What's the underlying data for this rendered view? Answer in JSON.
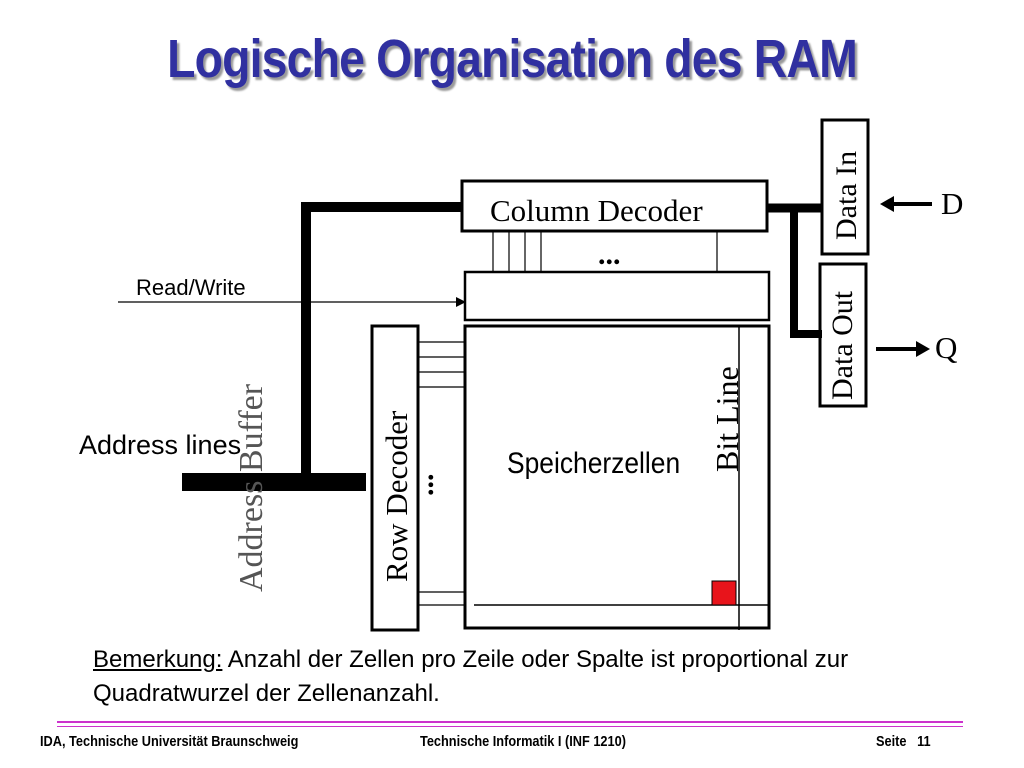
{
  "title": "Logische Organisation des RAM",
  "diagram": {
    "column_decoder": "Column Decoder",
    "data_in": "Data In",
    "data_out": "Data Out",
    "d_label": "D",
    "q_label": "Q",
    "read_write": "Read/Write",
    "address_buffer": "Address Buffer",
    "address_lines": "Address lines",
    "row_decoder": "Row Decoder",
    "bit_line": "Bit Line",
    "memory_cells": "Speicherzellen",
    "ellipsis": "...",
    "cell_color": "#e8141b"
  },
  "note": {
    "label": "Bemerkung:",
    "text": " Anzahl der Zellen pro Zeile oder Spalte ist proportional zur Quadratwurzel der Zellenanzahl."
  },
  "footer": {
    "left": "IDA, Technische Universität Braunschweig",
    "center": "Technische Informatik I (INF 1210)",
    "page_label": "Seite",
    "page_number": "11"
  },
  "colors": {
    "title": "#3030a0",
    "rule": "#cc33cc"
  }
}
